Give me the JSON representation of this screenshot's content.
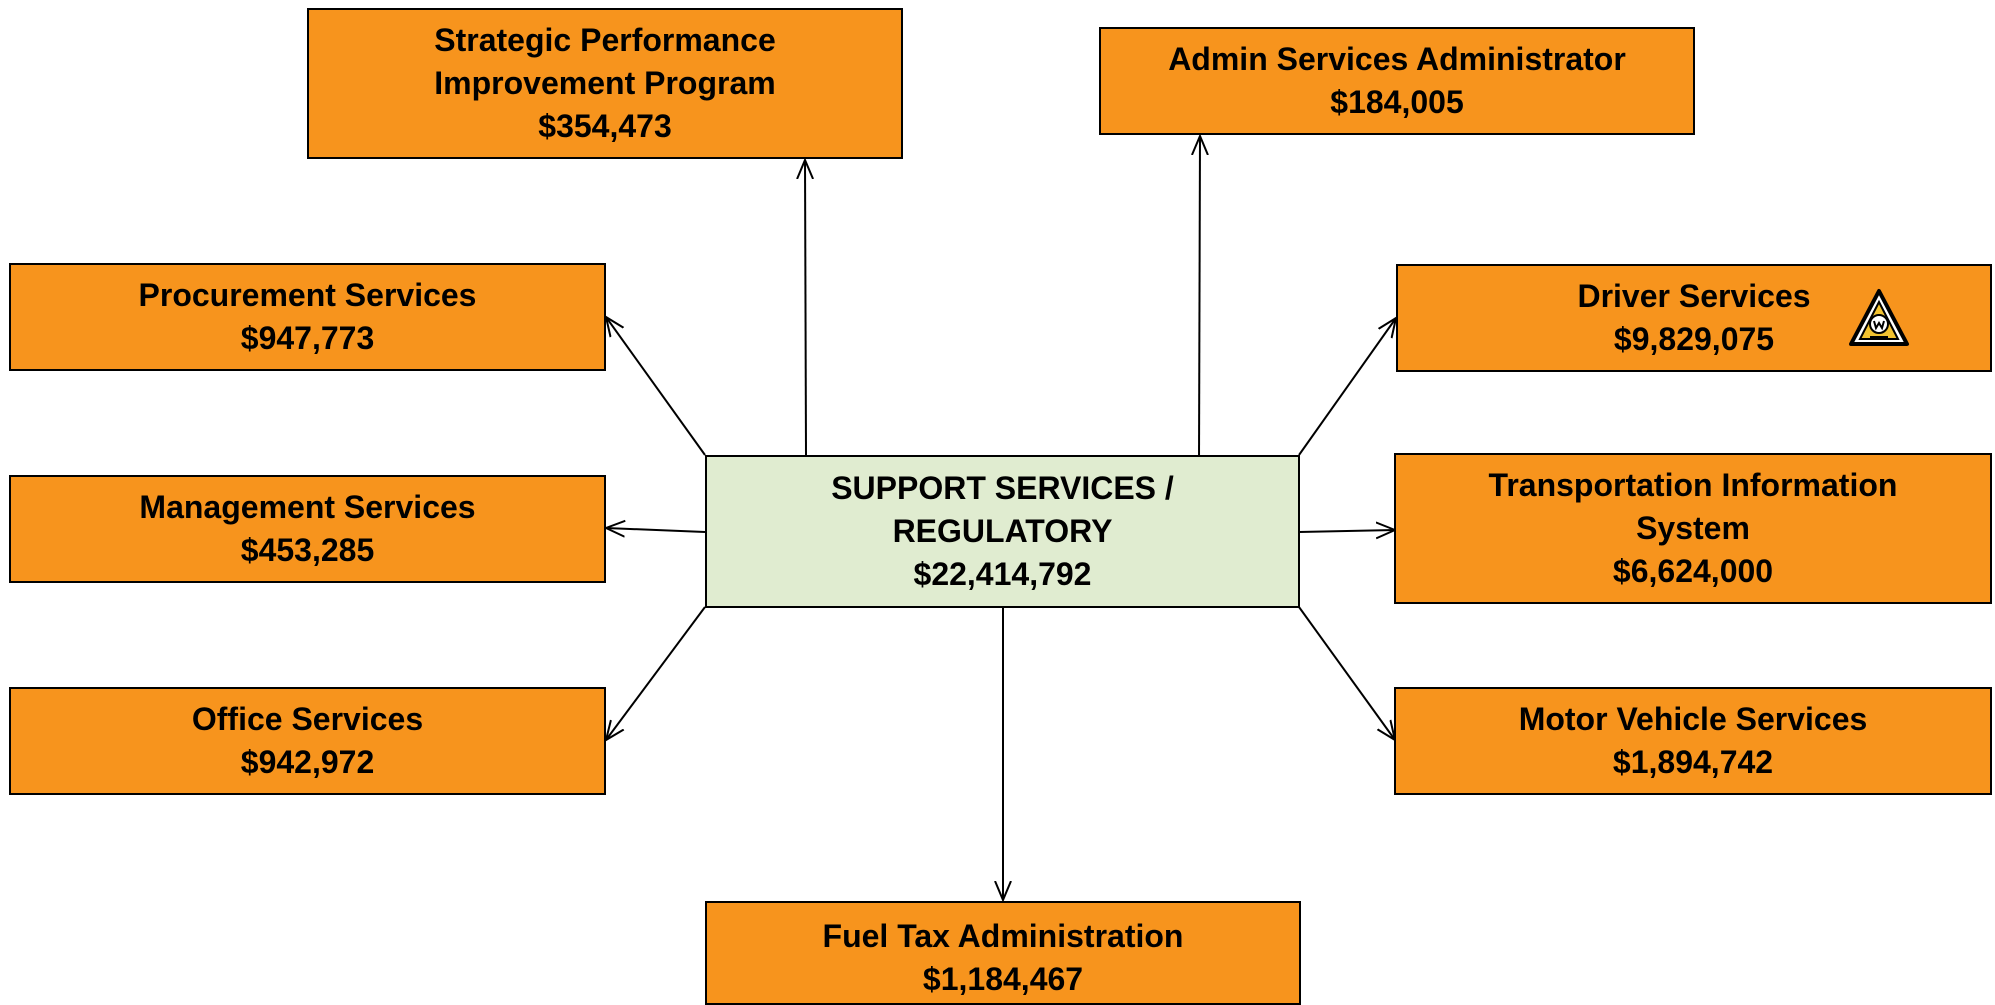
{
  "diagram": {
    "center": {
      "title": "SUPPORT SERVICES /\nREGULATORY",
      "amount": "$22,414,792"
    },
    "nodes": {
      "strategic": {
        "title": "Strategic Performance\nImprovement Program",
        "amount": "$354,473"
      },
      "admin": {
        "title": "Admin Services Administrator",
        "amount": "$184,005"
      },
      "procurement": {
        "title": "Procurement Services",
        "amount": "$947,773"
      },
      "driver": {
        "title": "Driver Services",
        "amount": "$9,829,075",
        "icon": "wydot-logo-icon"
      },
      "management": {
        "title": "Management Services",
        "amount": "$453,285"
      },
      "transportation": {
        "title": "Transportation Information\nSystem",
        "amount": "$6,624,000"
      },
      "office": {
        "title": "Office Services",
        "amount": "$942,972"
      },
      "motor": {
        "title": "Motor Vehicle Services",
        "amount": "$1,894,742"
      },
      "fuel": {
        "title": "Fuel Tax Administration",
        "amount": "$1,184,467"
      }
    },
    "colors": {
      "node_fill": "#f7941d",
      "center_fill": "#e0ecd0",
      "border": "#000000"
    }
  }
}
